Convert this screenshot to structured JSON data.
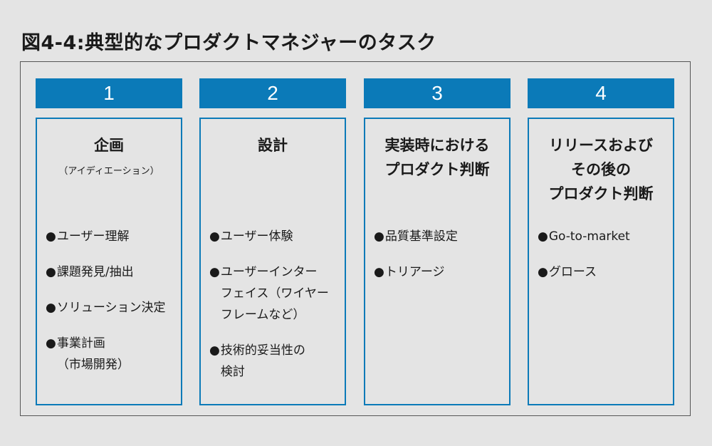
{
  "title": "図4-4:典型的なプロダクトマネジャーのタスク",
  "columns": [
    {
      "number": "1",
      "title": "企画",
      "subtitle": "（アイディエーション）",
      "items": [
        "ユーザー理解",
        "課題発見/抽出",
        "ソリューション決定",
        "事業計画\n（市場開発）"
      ]
    },
    {
      "number": "2",
      "title": "設計",
      "subtitle": "",
      "items": [
        "ユーザー体験",
        "ユーザーインター\nフェイス（ワイヤー\nフレームなど）",
        "技術的妥当性の\n検討"
      ]
    },
    {
      "number": "3",
      "title": "実装時における\nプロダクト判断",
      "subtitle": "",
      "items": [
        "品質基準設定",
        "トリアージ"
      ]
    },
    {
      "number": "4",
      "title": "リリースおよび\nその後の\nプロダクト判断",
      "subtitle": "",
      "items": [
        "Go-to-market",
        "グロース"
      ]
    }
  ]
}
